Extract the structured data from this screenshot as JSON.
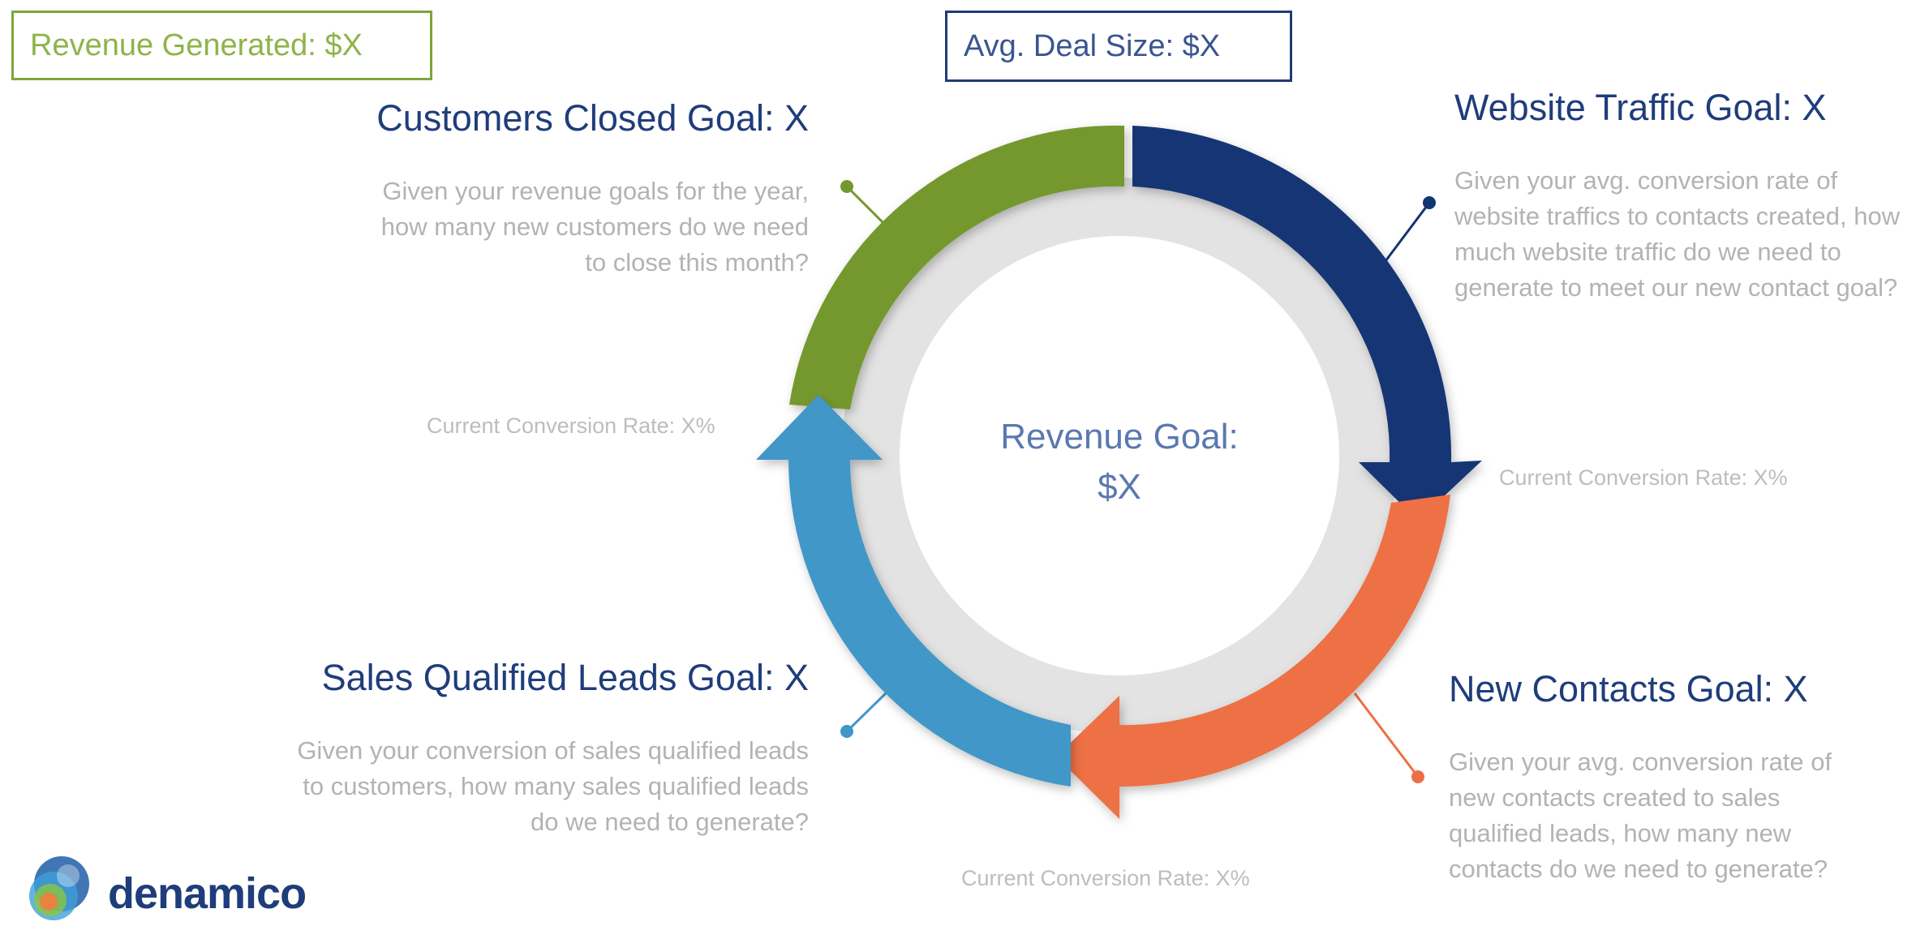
{
  "revenue_generated": "Revenue Generated: $X",
  "avg_deal_size": "Avg. Deal Size: $X",
  "center": {
    "line1": "Revenue Goal:",
    "line2": "$X"
  },
  "customers_closed": {
    "heading": "Customers Closed Goal: X",
    "lines": [
      "Given your revenue goals for the year,",
      "how many new customers do we need",
      "to close this month?"
    ]
  },
  "website_traffic": {
    "heading": "Website Traffic Goal: X",
    "lines": [
      "Given your avg. conversion rate of",
      "website traffics to contacts created, how",
      "much website traffic do we need to",
      "generate to meet our new contact goal?"
    ]
  },
  "new_contacts": {
    "heading": "New Contacts Goal: X",
    "lines": [
      "Given your avg. conversion rate of",
      "new contacts created to sales",
      "qualified leads, how many new",
      "contacts do we need to generate?"
    ]
  },
  "sales_qualified_leads": {
    "heading": "Sales Qualified Leads Goal: X",
    "lines": [
      "Given your conversion of sales qualified leads",
      "to customers, how many sales qualified leads",
      "do we need to generate?"
    ]
  },
  "conversion_rates": {
    "left": "Current Conversion Rate: X%",
    "right": "Current Conversion Rate: X%",
    "bottom": "Current Conversion Rate: X%"
  },
  "logo": {
    "text": "denamico"
  },
  "colors": {
    "green": "#74982e",
    "navy": "#123574",
    "orange": "#ee6f45",
    "blue": "#3f97c8",
    "ring": "#e3e3e3"
  }
}
